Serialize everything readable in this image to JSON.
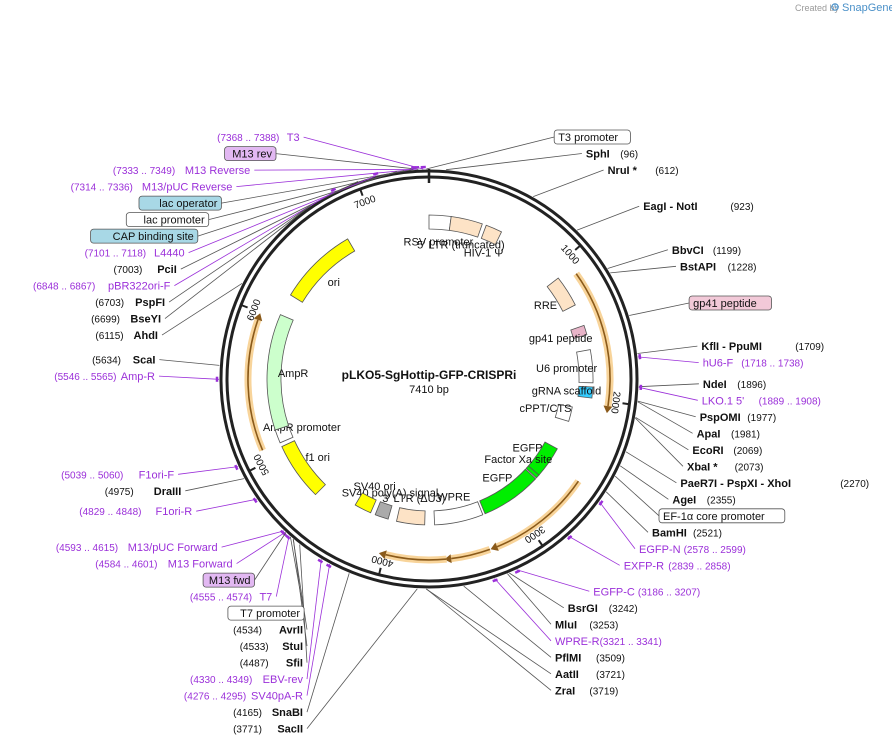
{
  "watermark": {
    "created_by": "Created by",
    "brand": "SnapGene"
  },
  "plasmid": {
    "name": "pLKO5-SgHottip-GFP-CRISPRi",
    "length": "7410 bp"
  },
  "ticks": [
    {
      "label": "1000",
      "bp": 1000
    },
    {
      "label": "2000",
      "bp": 2000
    },
    {
      "label": "3000",
      "bp": 3000
    },
    {
      "label": "4000",
      "bp": 4000
    },
    {
      "label": "5000",
      "bp": 5000
    },
    {
      "label": "6000",
      "bp": 6000
    },
    {
      "label": "7000",
      "bp": 7000
    }
  ],
  "sites": [
    {
      "name": "SphI",
      "pos": "(96)",
      "bp": 96
    },
    {
      "name": "NruI *",
      "pos": "(612)",
      "bp": 612
    },
    {
      "name": "EagI  - NotI",
      "pos": "(923)",
      "bp": 923
    },
    {
      "name": "BbvCI",
      "pos": "(1199)",
      "bp": 1199
    },
    {
      "name": "BstAPI",
      "pos": "(1228)",
      "bp": 1228
    },
    {
      "name": "KflI  - PpuMI",
      "pos": "(1709)",
      "bp": 1709
    },
    {
      "name": "NdeI",
      "pos": "(1896)",
      "bp": 1896
    },
    {
      "name": "PspOMI",
      "pos": "(1977)",
      "bp": 1977
    },
    {
      "name": "ApaI",
      "pos": "(1981)",
      "bp": 1981
    },
    {
      "name": "EcoRI",
      "pos": "(2069)",
      "bp": 2069
    },
    {
      "name": "XbaI *",
      "pos": "(2073)",
      "bp": 2073
    },
    {
      "name": "PaeR7I  - PspXI  - XhoI",
      "pos": "(2270)",
      "bp": 2270
    },
    {
      "name": "AgeI",
      "pos": "(2355)",
      "bp": 2355
    },
    {
      "name": "BamHI",
      "pos": "(2521)",
      "bp": 2521
    },
    {
      "name": "BsrGI",
      "pos": "(3242)",
      "bp": 3242
    },
    {
      "name": "MluI",
      "pos": "(3253)",
      "bp": 3253
    },
    {
      "name": "PflMI",
      "pos": "(3509)",
      "bp": 3509
    },
    {
      "name": "ZraI",
      "pos": "(3719)",
      "bp": 3719
    },
    {
      "name": "AatII",
      "pos": "(3721)",
      "bp": 3721
    },
    {
      "name": "SacII",
      "pos": "(3771)",
      "bp": 3771
    },
    {
      "name": "SnaBI",
      "pos": "(4165)",
      "bp": 4165
    },
    {
      "name": "SfiI",
      "pos": "(4487)",
      "bp": 4487
    },
    {
      "name": "StuI",
      "pos": "(4533)",
      "bp": 4533
    },
    {
      "name": "AvrII",
      "pos": "(4534)",
      "bp": 4534
    },
    {
      "name": "DraIII",
      "pos": "(4975)",
      "bp": 4975
    },
    {
      "name": "ScaI",
      "pos": "(5634)",
      "bp": 5634
    },
    {
      "name": "AhdI",
      "pos": "(6115)",
      "bp": 6115
    },
    {
      "name": "BseYI",
      "pos": "(6699)",
      "bp": 6699
    },
    {
      "name": "PspFI",
      "pos": "(6703)",
      "bp": 6703
    },
    {
      "name": "PciI",
      "pos": "(7003)",
      "bp": 7003
    }
  ],
  "primers": [
    {
      "name": "T3",
      "range": "(7368 .. 7388)",
      "bp": 7378
    },
    {
      "name": "M13 Reverse",
      "range": "(7333 .. 7349)",
      "bp": 7341
    },
    {
      "name": "M13/pUC Reverse",
      "range": "(7314 .. 7336)",
      "bp": 7325
    },
    {
      "name": "L4440",
      "range": "(7101 .. 7118)",
      "bp": 7110
    },
    {
      "name": "pBR322ori-F",
      "range": "(6848 .. 6867)",
      "bp": 6858
    },
    {
      "name": "Amp-R",
      "range": "(5546 .. 5565)",
      "bp": 5556
    },
    {
      "name": "F1ori-F",
      "range": "(5039 .. 5060)",
      "bp": 5050
    },
    {
      "name": "F1ori-R",
      "range": "(4829 .. 4848)",
      "bp": 4839
    },
    {
      "name": "M13/pUC Forward",
      "range": "(4593 .. 4615)",
      "bp": 4604
    },
    {
      "name": "M13 Forward",
      "range": "(4584 .. 4601)",
      "bp": 4593
    },
    {
      "name": "T7",
      "range": "(4555 .. 4574)",
      "bp": 4565
    },
    {
      "name": "EBV-rev",
      "range": "(4330 .. 4349)",
      "bp": 4340
    },
    {
      "name": "SV40pA-R",
      "range": "(4276 .. 4295)",
      "bp": 4286
    },
    {
      "name": "hU6-F",
      "range": "(1718 .. 1738)",
      "bp": 1728
    },
    {
      "name": "LKO.1 5'",
      "range": "(1889 .. 1908)",
      "bp": 1899
    },
    {
      "name": "EGFP-N",
      "range": "(2578 .. 2599)",
      "bp": 2589
    },
    {
      "name": "EXFP-R",
      "range": "(2839 .. 2858)",
      "bp": 2849
    },
    {
      "name": "EGFP-C",
      "range": "(3186 .. 3207)",
      "bp": 3197
    },
    {
      "name": "WPRE-R",
      "range": "(3321 .. 3341)",
      "bp": 3331
    }
  ],
  "boxed_features": [
    {
      "name": "T3 promoter",
      "style": "white"
    },
    {
      "name": "M13 rev",
      "style": "purple"
    },
    {
      "name": "lac operator",
      "style": "teal"
    },
    {
      "name": "lac promoter",
      "style": "white"
    },
    {
      "name": "CAP binding site",
      "style": "teal"
    },
    {
      "name": "gp41 peptide",
      "style": "pink"
    },
    {
      "name": "EF-1α core promoter",
      "style": "white"
    },
    {
      "name": "M13 fwd",
      "style": "purple"
    },
    {
      "name": "T7 promoter",
      "style": "white"
    }
  ],
  "features": [
    {
      "name": "RSV promoter",
      "start": 0,
      "end": 160,
      "color": "#ffffff"
    },
    {
      "name": "5' LTR (truncated)",
      "start": 160,
      "end": 390,
      "color": "#fde3c6"
    },
    {
      "name": "HIV-1 Ψ",
      "start": 420,
      "end": 540,
      "color": "#fde3c6"
    },
    {
      "name": "RRE",
      "start": 1070,
      "end": 1300,
      "color": "#fde3c6"
    },
    {
      "name": "gp41 peptide",
      "start": 1460,
      "end": 1530,
      "color": "#e8b4c8"
    },
    {
      "name": "U6 promoter",
      "start": 1640,
      "end": 1880,
      "color": "#ffffff"
    },
    {
      "name": "gRNA scaffold",
      "start": 1910,
      "end": 1990,
      "color": "#33ccff"
    },
    {
      "name": "cPPT/CTS",
      "start": 2080,
      "end": 2200,
      "color": "#ffffff"
    },
    {
      "name": "EGFP",
      "start": 2440,
      "end": 2700,
      "color": "#00ee00"
    },
    {
      "name": "Factor Xa site",
      "start": 2700,
      "end": 2730,
      "color": "#00ee00"
    },
    {
      "name": "EGFP",
      "start": 2740,
      "end": 3240,
      "color": "#00ee00"
    },
    {
      "name": "WPRE",
      "start": 3260,
      "end": 3660,
      "color": "#ffffff"
    },
    {
      "name": "3' LTR (ΔU3)",
      "start": 3740,
      "end": 3970,
      "color": "#fde3c6"
    },
    {
      "name": "SV40 poly(A) signal",
      "start": 4040,
      "end": 4150,
      "color": "#aaaaaa"
    },
    {
      "name": "SV40 ori",
      "start": 4190,
      "end": 4330,
      "color": "#ffff00"
    },
    {
      "name": "f1 ori",
      "start": 4620,
      "end": 5050,
      "color": "#ffff00"
    },
    {
      "name": "AmpR promoter",
      "start": 5080,
      "end": 5180,
      "color": "#ffffff"
    },
    {
      "name": "AmpR",
      "start": 5180,
      "end": 6040,
      "color": "#ccffcc"
    },
    {
      "name": "ori",
      "start": 6200,
      "end": 6790,
      "color": "#ffff00"
    }
  ],
  "orfs": [
    {
      "start": 1120,
      "end": 2030
    },
    {
      "start": 2560,
      "end": 3250
    },
    {
      "start": 3300,
      "end": 3560
    },
    {
      "start": 3590,
      "end": 3990
    },
    {
      "start": 5080,
      "end": 5950
    }
  ]
}
